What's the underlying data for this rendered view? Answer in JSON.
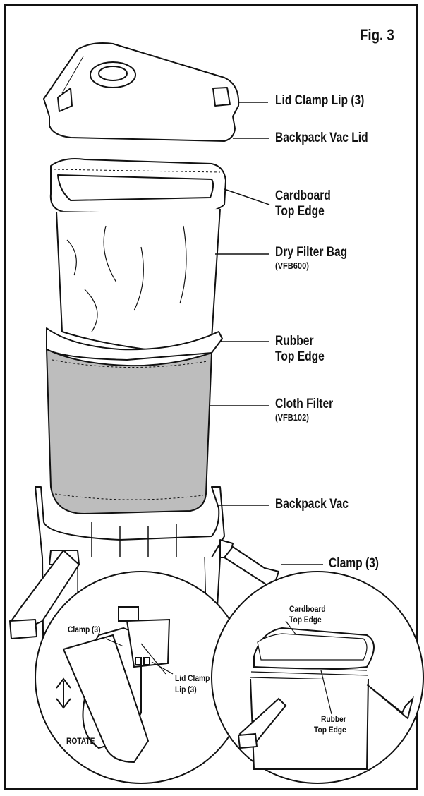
{
  "figure_label": "Fig. 3",
  "callouts": {
    "lid_clamp_lip": "Lid Clamp Lip (3)",
    "backpack_vac_lid": "Backpack Vac Lid",
    "cardboard_top_edge_1": "Cardboard",
    "cardboard_top_edge_2": "Top Edge",
    "dry_filter_bag": "Dry Filter Bag",
    "dry_filter_bag_part": "(VFB600)",
    "rubber_top_edge_1": "Rubber",
    "rubber_top_edge_2": "Top Edge",
    "cloth_filter": "Cloth Filter",
    "cloth_filter_part": "(VFB102)",
    "backpack_vac": "Backpack Vac",
    "clamp": "Clamp (3)"
  },
  "detail_left": {
    "clamp": "Clamp (3)",
    "lid_clamp_1": "Lid Clamp",
    "lid_clamp_2": "Lip (3)",
    "rotate": "ROTATE"
  },
  "detail_right": {
    "cardboard_1": "Cardboard",
    "cardboard_2": "Top Edge",
    "rubber_1": "Rubber",
    "rubber_2": "Top Edge"
  }
}
